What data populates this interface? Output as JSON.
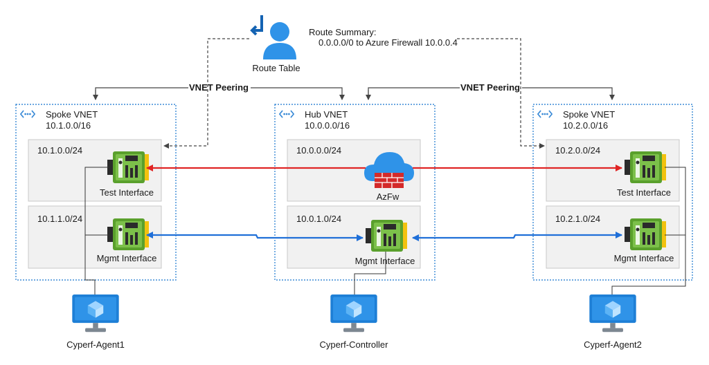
{
  "route_table": {
    "label": "Route Table",
    "summary_title": "Route Summary:",
    "summary_line": "0.0.0.0/0 to Azure Firewall 10.0.0.4"
  },
  "peering": {
    "left_label": "VNET Peering",
    "right_label": "VNET Peering"
  },
  "vnets": {
    "spoke1": {
      "name": "Spoke VNET",
      "cidr": "10.1.0.0/16",
      "subnets": [
        {
          "cidr": "10.1.0.0/24",
          "interface": "Test Interface"
        },
        {
          "cidr": "10.1.1.0/24",
          "interface": "Mgmt Interface"
        }
      ]
    },
    "hub": {
      "name": "Hub VNET",
      "cidr": "10.0.0.0/16",
      "subnets": [
        {
          "cidr": "10.0.0.0/24",
          "interface": "AzFw"
        },
        {
          "cidr": "10.0.1.0/24",
          "interface": "Mgmt Interface"
        }
      ]
    },
    "spoke2": {
      "name": "Spoke VNET",
      "cidr": "10.2.0.0/16",
      "subnets": [
        {
          "cidr": "10.2.0.0/24",
          "interface": "Test Interface"
        },
        {
          "cidr": "10.2.1.0/24",
          "interface": "Mgmt Interface"
        }
      ]
    }
  },
  "machines": {
    "agent1": "Cyperf-Agent1",
    "controller": "Cyperf-Controller",
    "agent2": "Cyperf-Agent2"
  },
  "colors": {
    "test_traffic": "#e02424",
    "mgmt_traffic": "#1f6fd8",
    "vnet_border": "#3a8ad6",
    "subnet_fill": "#f1f1f1",
    "nic_green": "#5aa02c",
    "firewall_red": "#d42a2a",
    "vm_blue": "#1e7fd6"
  }
}
